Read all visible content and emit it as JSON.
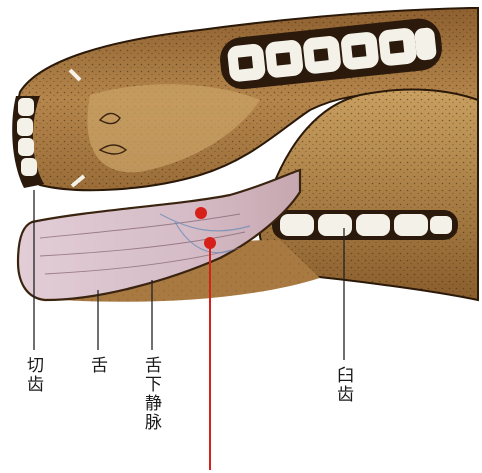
{
  "labels": {
    "incisor": "切齿",
    "tongue": "舌",
    "sublingual_vein": "舌下静脉",
    "molar": "臼齿"
  },
  "colors": {
    "skin": "#b08048",
    "skin_dark": "#7a4e22",
    "tongue": "#d8bfc8",
    "tooth_white": "#f4f1e8",
    "marker_red": "#d6201a",
    "line_black": "#222222"
  }
}
